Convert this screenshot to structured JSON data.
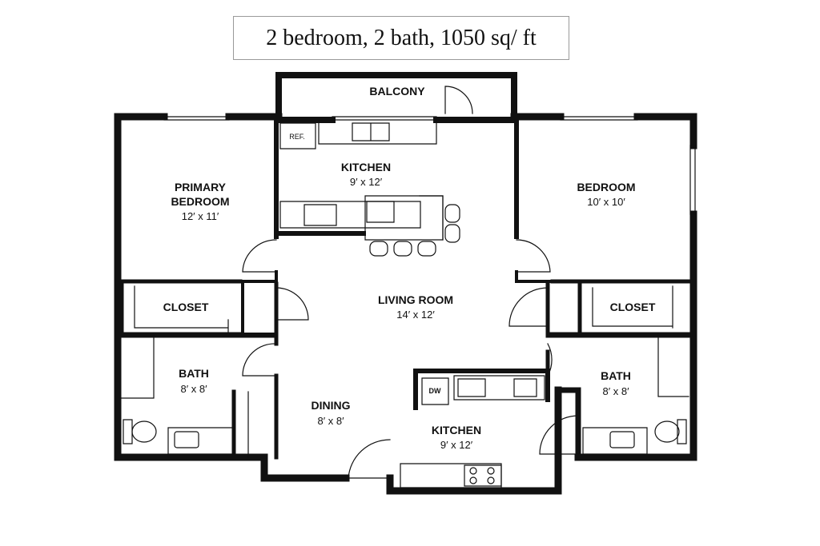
{
  "title": "2 bedroom, 2 bath, 1050 sq/ ft",
  "rooms": {
    "balcony": {
      "name": "BALCONY"
    },
    "kitchen_top": {
      "name": "KITCHEN",
      "size": "9′ x 12′"
    },
    "primary_bedroom": {
      "name_line1": "PRIMARY",
      "name_line2": "BEDROOM",
      "size": "12′ x 11′"
    },
    "bedroom": {
      "name": "BEDROOM",
      "size": "10′ x 10′"
    },
    "closet_left": {
      "name": "CLOSET"
    },
    "closet_right": {
      "name": "CLOSET"
    },
    "living_room": {
      "name": "LIVING ROOM",
      "size": "14′ x 12′"
    },
    "bath_left": {
      "name": "BATH",
      "size": "8′ x 8′"
    },
    "bath_right": {
      "name": "BATH",
      "size": "8′ x 8′"
    },
    "dining": {
      "name": "DINING",
      "size": "8′ x 8′"
    },
    "kitchen_bottom": {
      "name": "KITCHEN",
      "size": "9′ x 12′"
    }
  },
  "fixtures": {
    "refrigerator": "REF.",
    "dishwasher": "DW"
  }
}
